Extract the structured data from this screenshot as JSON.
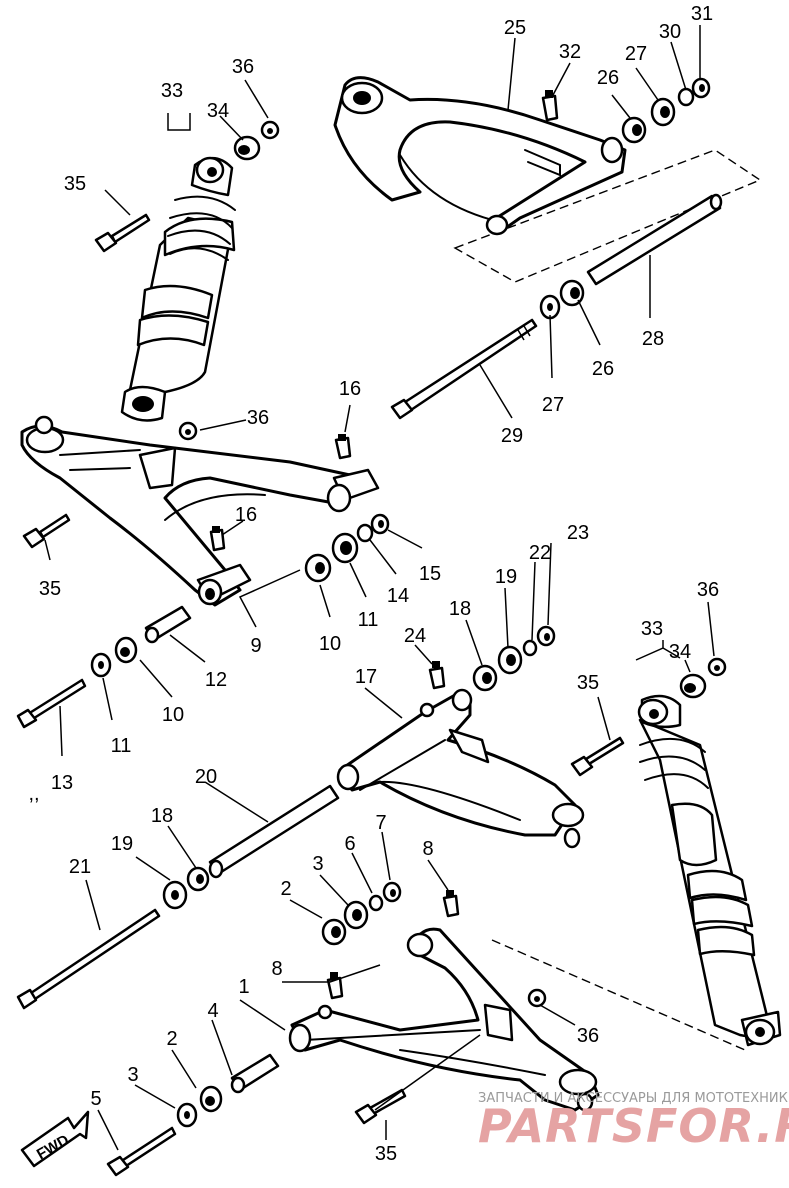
{
  "callouts": {
    "c1": "1",
    "c2a": "2",
    "c2b": "2",
    "c3a": "3",
    "c3b": "3",
    "c4": "4",
    "c5": "5",
    "c6": "6",
    "c7": "7",
    "c8a": "8",
    "c8b": "8",
    "c9": "9",
    "c10a": "10",
    "c10b": "10",
    "c11a": "11",
    "c11b": "11",
    "c12": "12",
    "c13": "13",
    "c14": "14",
    "c15": "15",
    "c16a": "16",
    "c16b": "16",
    "c17": "17",
    "c18a": "18",
    "c18b": "18",
    "c19a": "19",
    "c19b": "19",
    "c20": "20",
    "c21": "21",
    "c22": "22",
    "c23": "23",
    "c24": "24",
    "c25": "25",
    "c26a": "26",
    "c26b": "26",
    "c27a": "27",
    "c27b": "27",
    "c28": "28",
    "c29": "29",
    "c30": "30",
    "c31": "31",
    "c32": "32",
    "c33a": "33",
    "c33b": "33",
    "c34a": "34",
    "c34b": "34",
    "c35a": "35",
    "c35b": "35",
    "c35c": "35",
    "c35d": "35",
    "c36a": "36",
    "c36b": "36",
    "c36c": "36",
    "c36d": "36",
    "stray": ",,"
  },
  "fwd_label": "FWD",
  "watermark": {
    "tagline": "ЗАПЧАСТИ И АКСЕССУАРЫ ДЛЯ МОТОТЕХНИКИ",
    "brand": "PARTSFOR.RU"
  }
}
